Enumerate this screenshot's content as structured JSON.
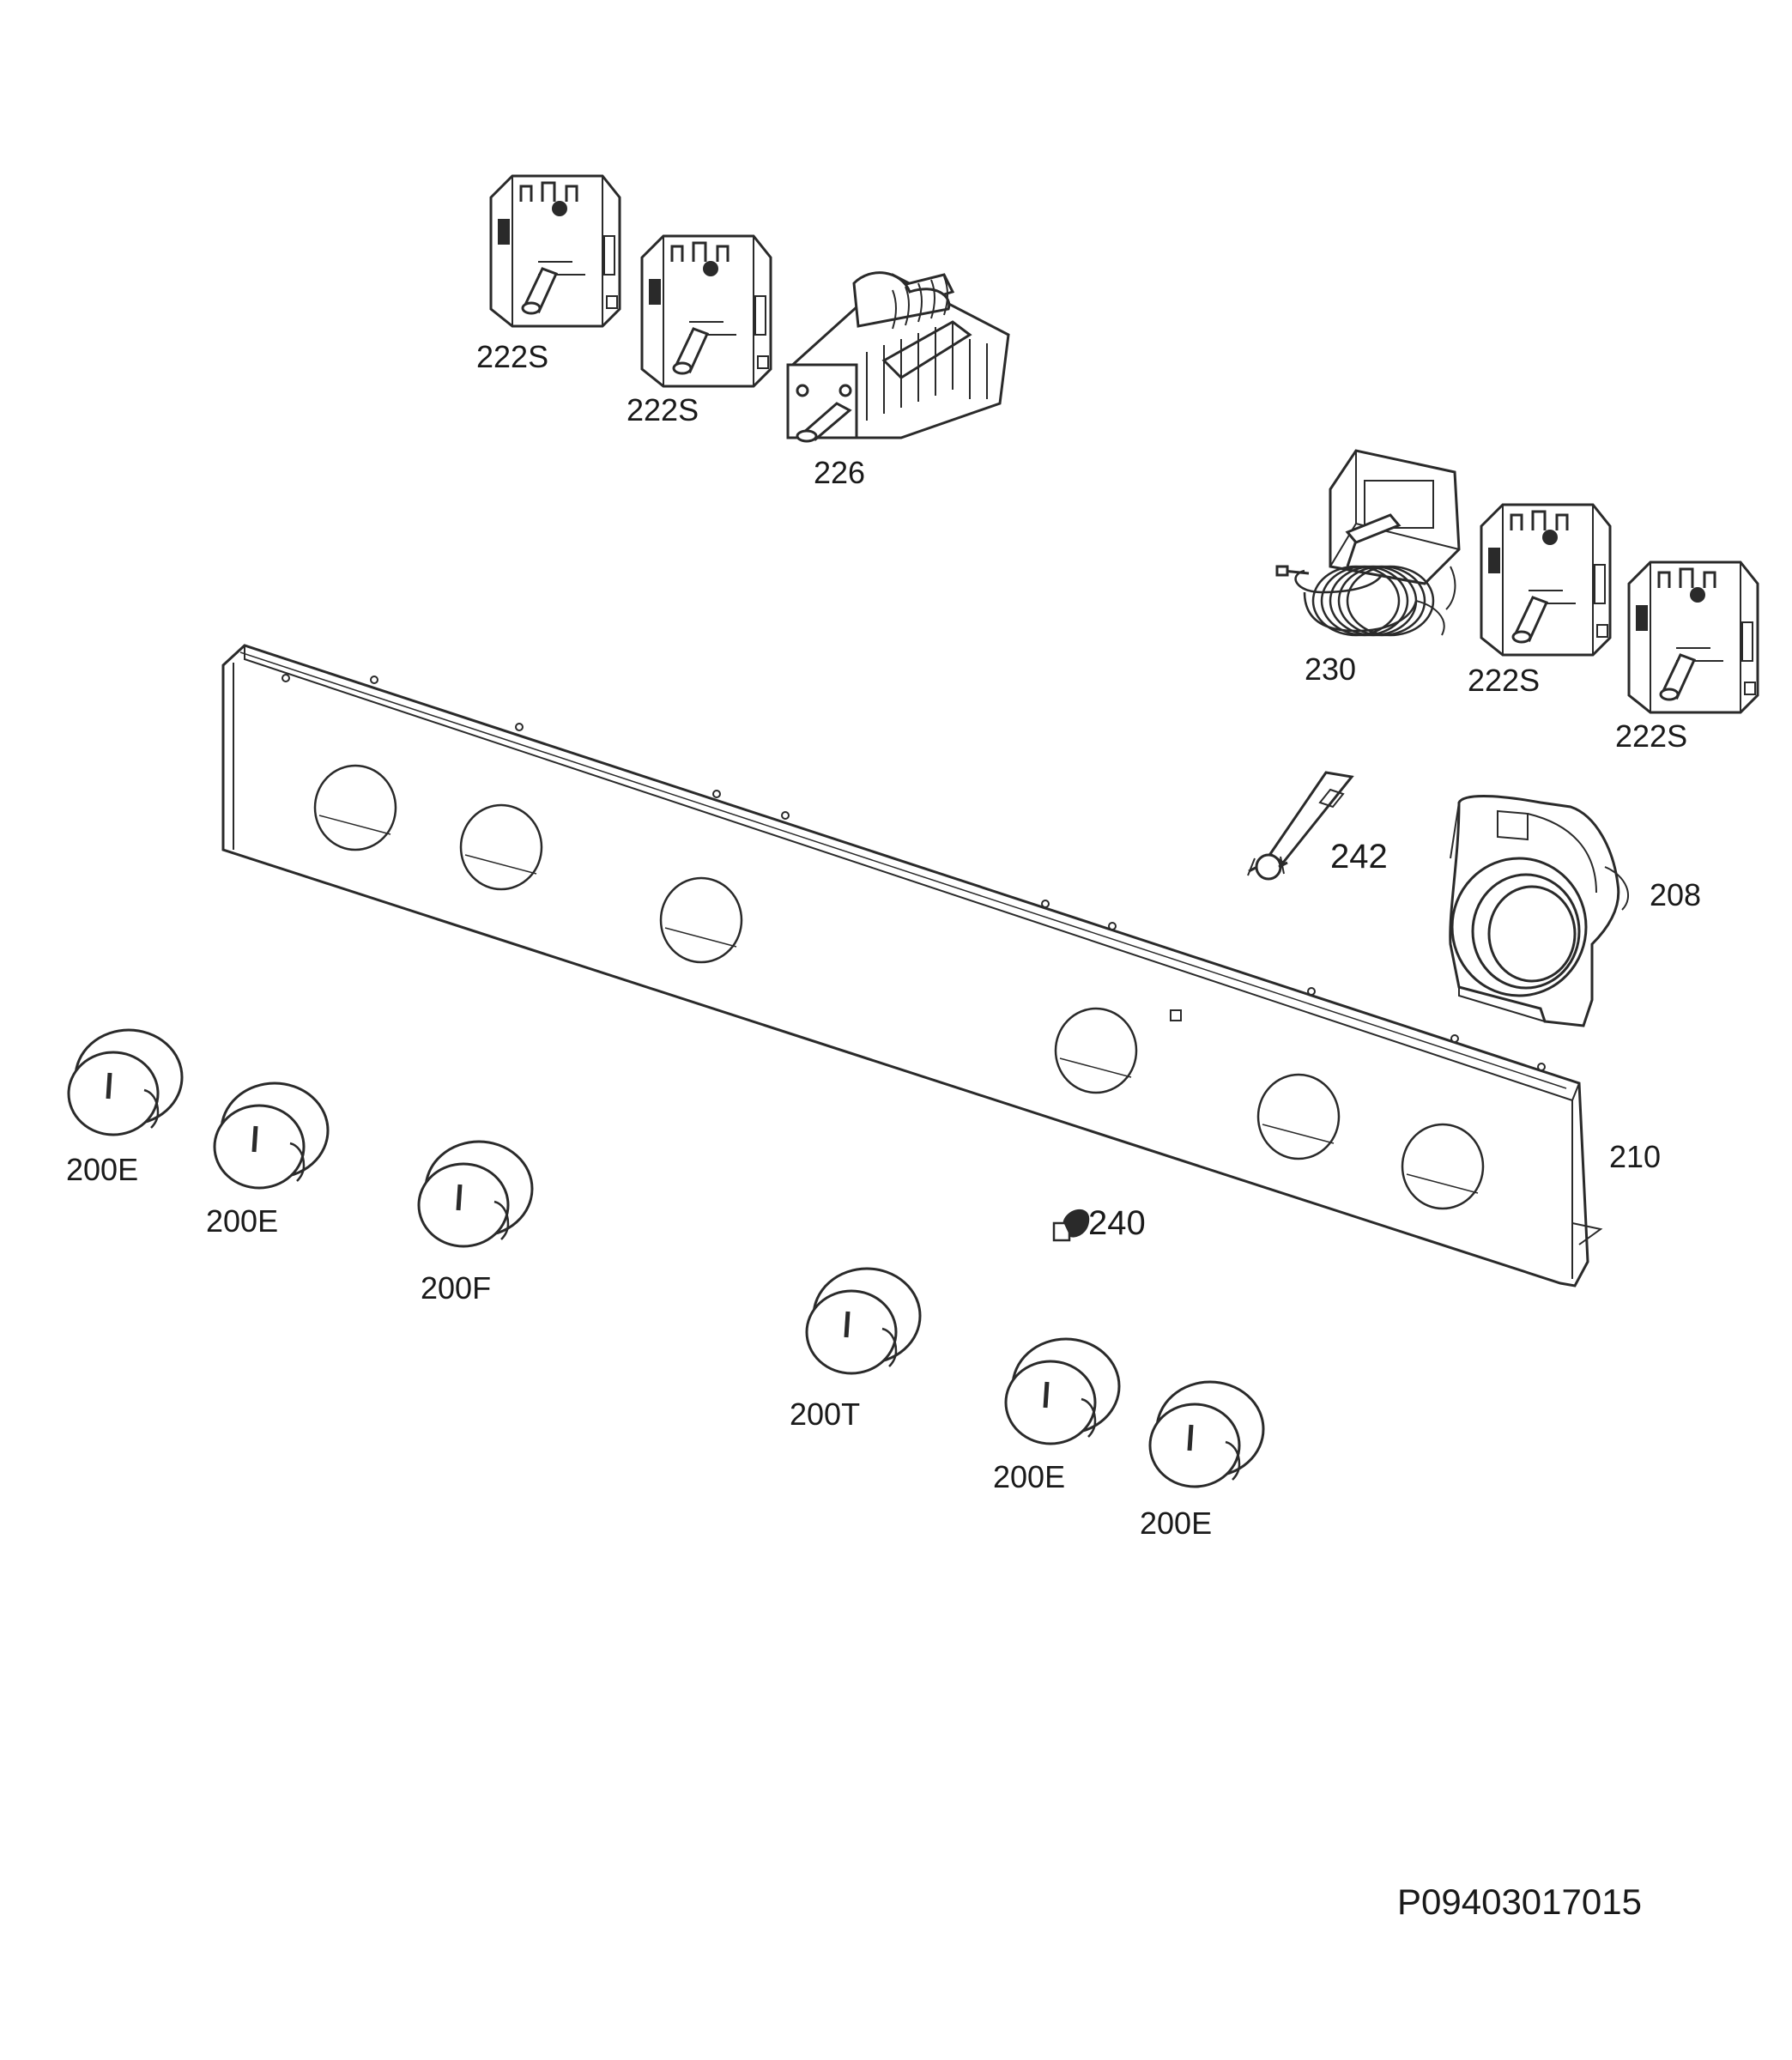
{
  "labels": {
    "p222s_a": "222S",
    "p222s_b": "222S",
    "p226": "226",
    "p230": "230",
    "p222s_c": "222S",
    "p222s_d": "222S",
    "p242": "242",
    "p208": "208",
    "p210": "210",
    "p240": "240",
    "p200e_a": "200E",
    "p200e_b": "200E",
    "p200f": "200F",
    "p200t": "200T",
    "p200e_c": "200E",
    "p200e_d": "200E"
  },
  "drawing_ref": "P09403017015",
  "colors": {
    "line": "#2a2a2a",
    "background": "#ffffff"
  }
}
